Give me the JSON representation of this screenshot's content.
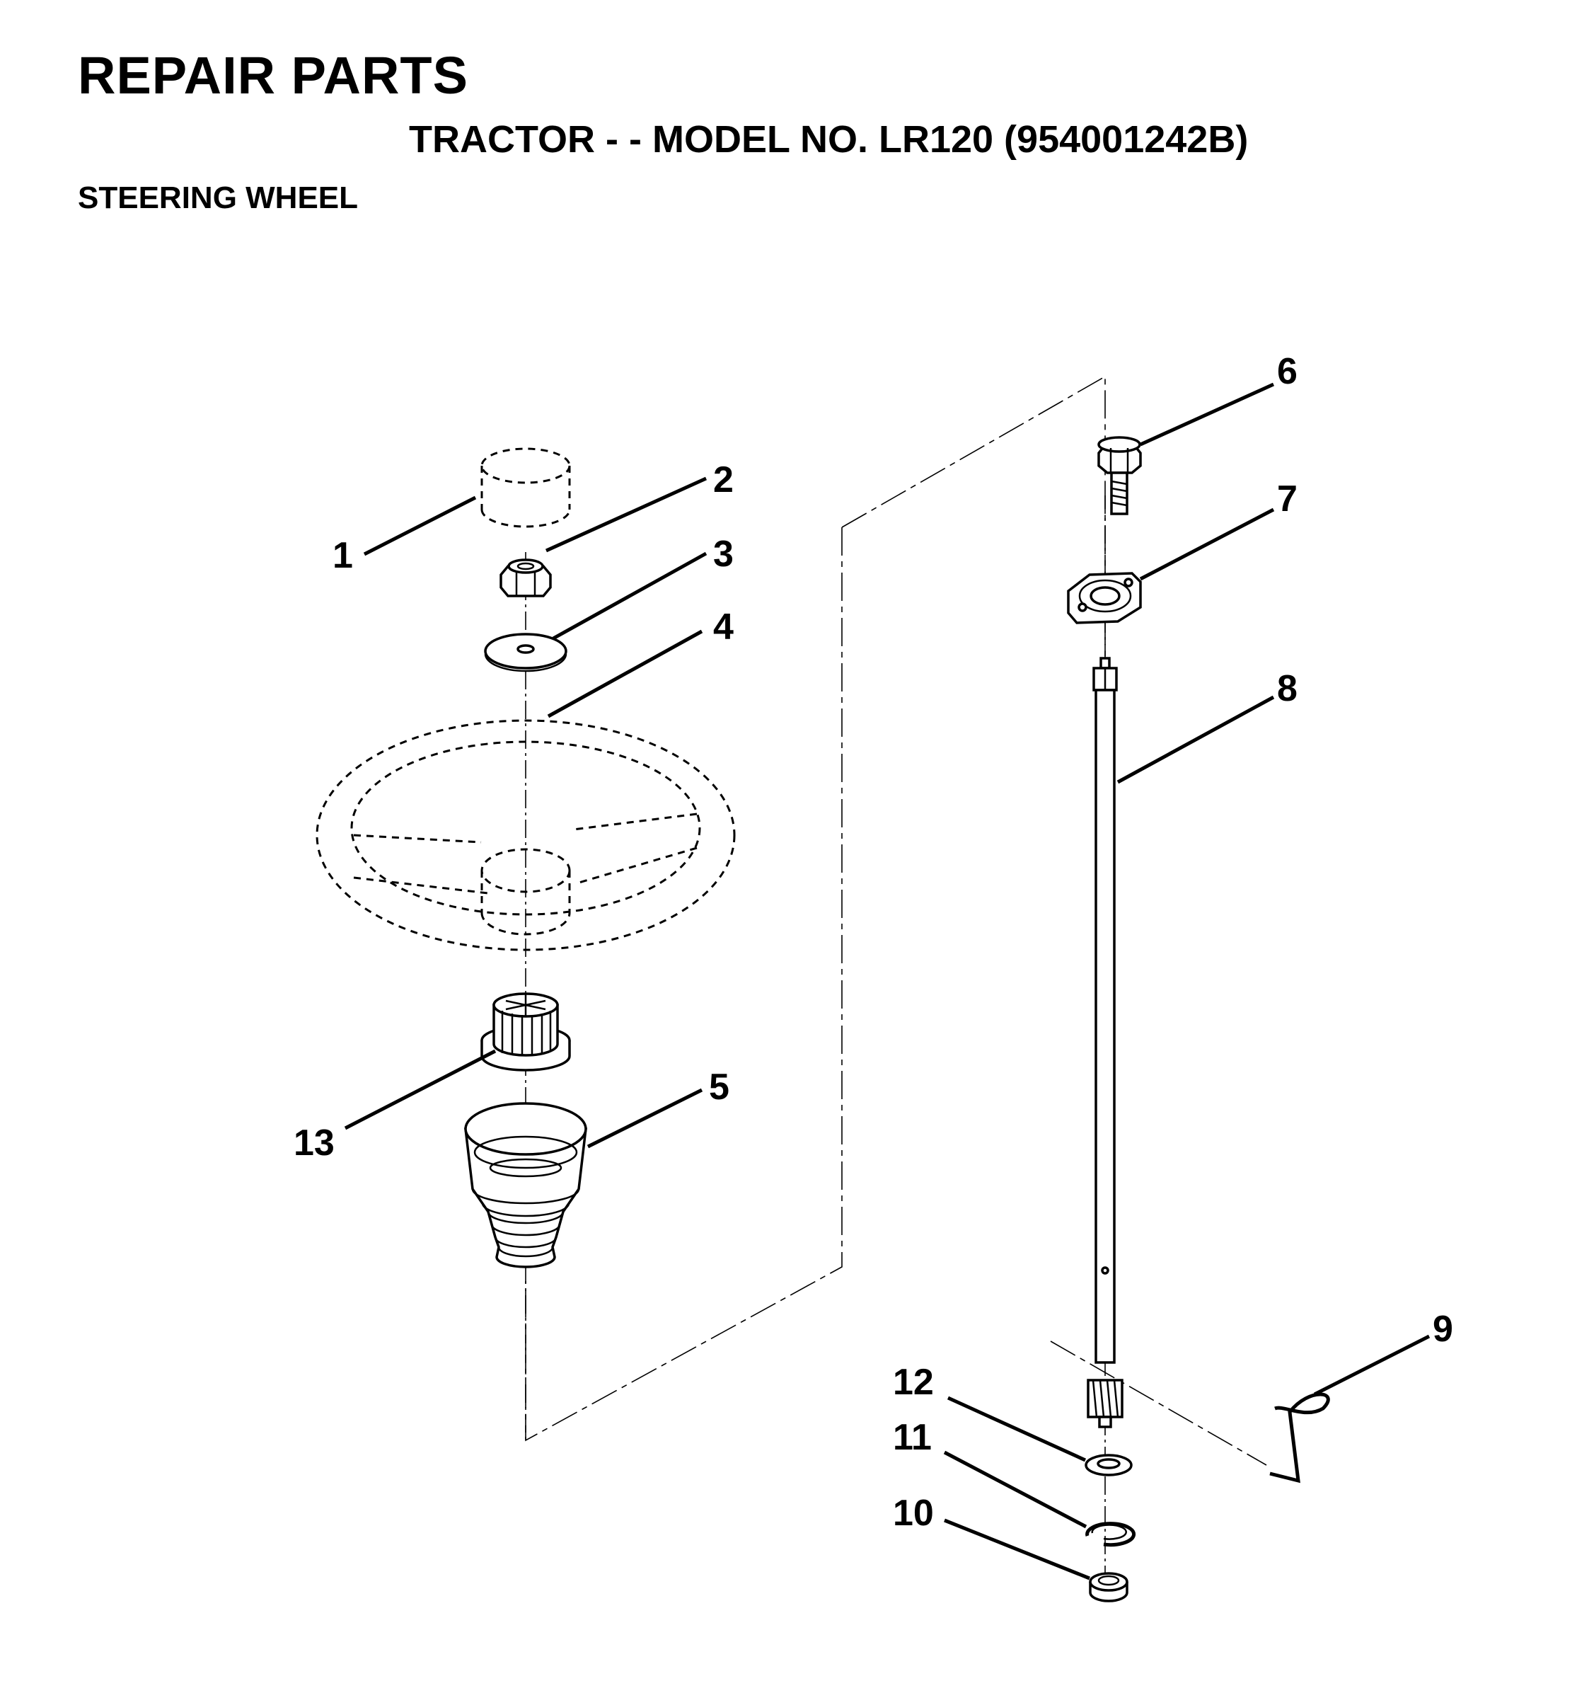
{
  "header": {
    "title": "REPAIR PARTS",
    "subtitle": "TRACTOR - - MODEL NO. LR120 (954001242B)",
    "section": "STEERING WHEEL"
  },
  "callouts": {
    "c1": "1",
    "c2": "2",
    "c3": "3",
    "c4": "4",
    "c5": "5",
    "c6": "6",
    "c7": "7",
    "c8": "8",
    "c9": "9",
    "c10": "10",
    "c11": "11",
    "c12": "12",
    "c13": "13"
  }
}
